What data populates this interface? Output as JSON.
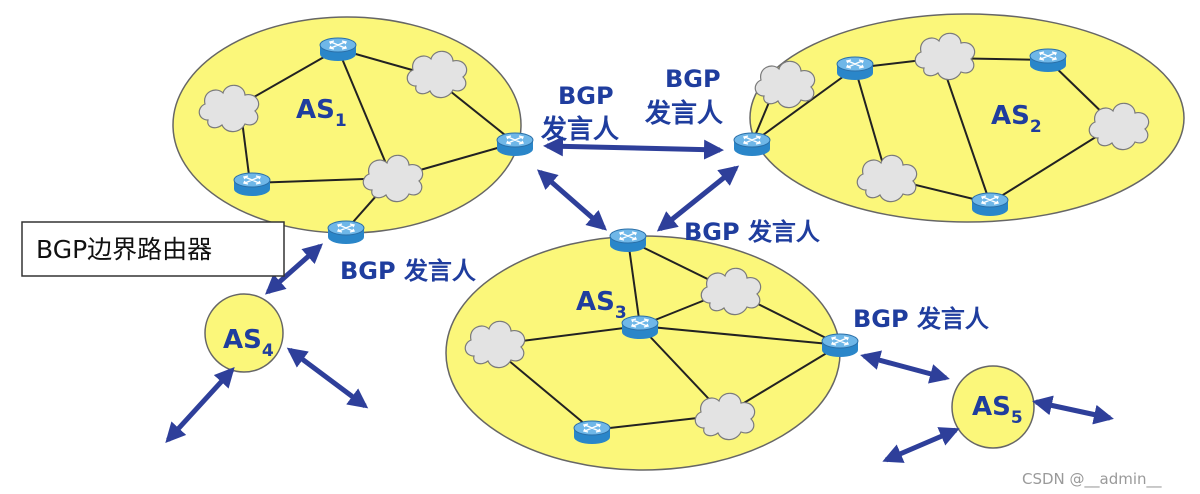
{
  "colors": {
    "as_fill": "#fbf77a",
    "as_stroke": "#666666",
    "arrow": "#2e3f9a",
    "label": "#1f3d9e",
    "router_top": "#6fb7e8",
    "router_body": "#2a86c9",
    "cloud_fill": "#e3e3e3"
  },
  "as_labels": [
    {
      "main": "AS",
      "sub": "1"
    },
    {
      "main": "AS",
      "sub": "2"
    },
    {
      "main": "AS",
      "sub": "3"
    },
    {
      "main": "AS",
      "sub": "4"
    },
    {
      "main": "AS",
      "sub": "5"
    }
  ],
  "speaker_labels": {
    "as1_line1": "BGP",
    "as1_line2": "发言人",
    "as2_line1": "BGP",
    "as2_line2": "发言人",
    "as3_top": "BGP 发言人",
    "as4": "BGP 发言人",
    "as3_right": "BGP 发言人"
  },
  "callout": "BGP边界路由器",
  "watermark": "CSDN @__admin__",
  "icons": {
    "router": "router-icon",
    "cloud": "cloud-icon",
    "arrow": "double-arrow"
  }
}
